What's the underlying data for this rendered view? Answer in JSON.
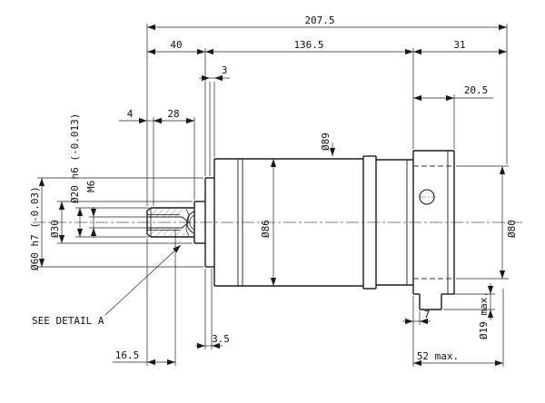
{
  "dims": {
    "overall_length": "207.5",
    "shaft_length": "40",
    "body_length": "136.5",
    "rear_length": "31",
    "front_gap": "3",
    "rear_flange_depth": "20.5",
    "keyway_start": "4",
    "keyway_length": "28",
    "shaft_diameter": "Ø20 h6 (-0.013)",
    "tapped_hole": "M6",
    "collar_diameter": "Ø30",
    "pilot_diameter": "Ø60 h7 (-0.03)",
    "ring_diameter": "Ø89",
    "body_diameter": "Ø86",
    "rear_diameter": "Ø80",
    "connector_diameter": "Ø19 max.",
    "stub_offset": "7",
    "flange_thickness": "3.5",
    "thread_depth": "16.5",
    "rear_total": "52 max.",
    "detail_note": "SEE DETAIL A"
  },
  "colors": {
    "outline": "#1a1a1a",
    "thin_line": "#222222",
    "background": "#ffffff"
  }
}
